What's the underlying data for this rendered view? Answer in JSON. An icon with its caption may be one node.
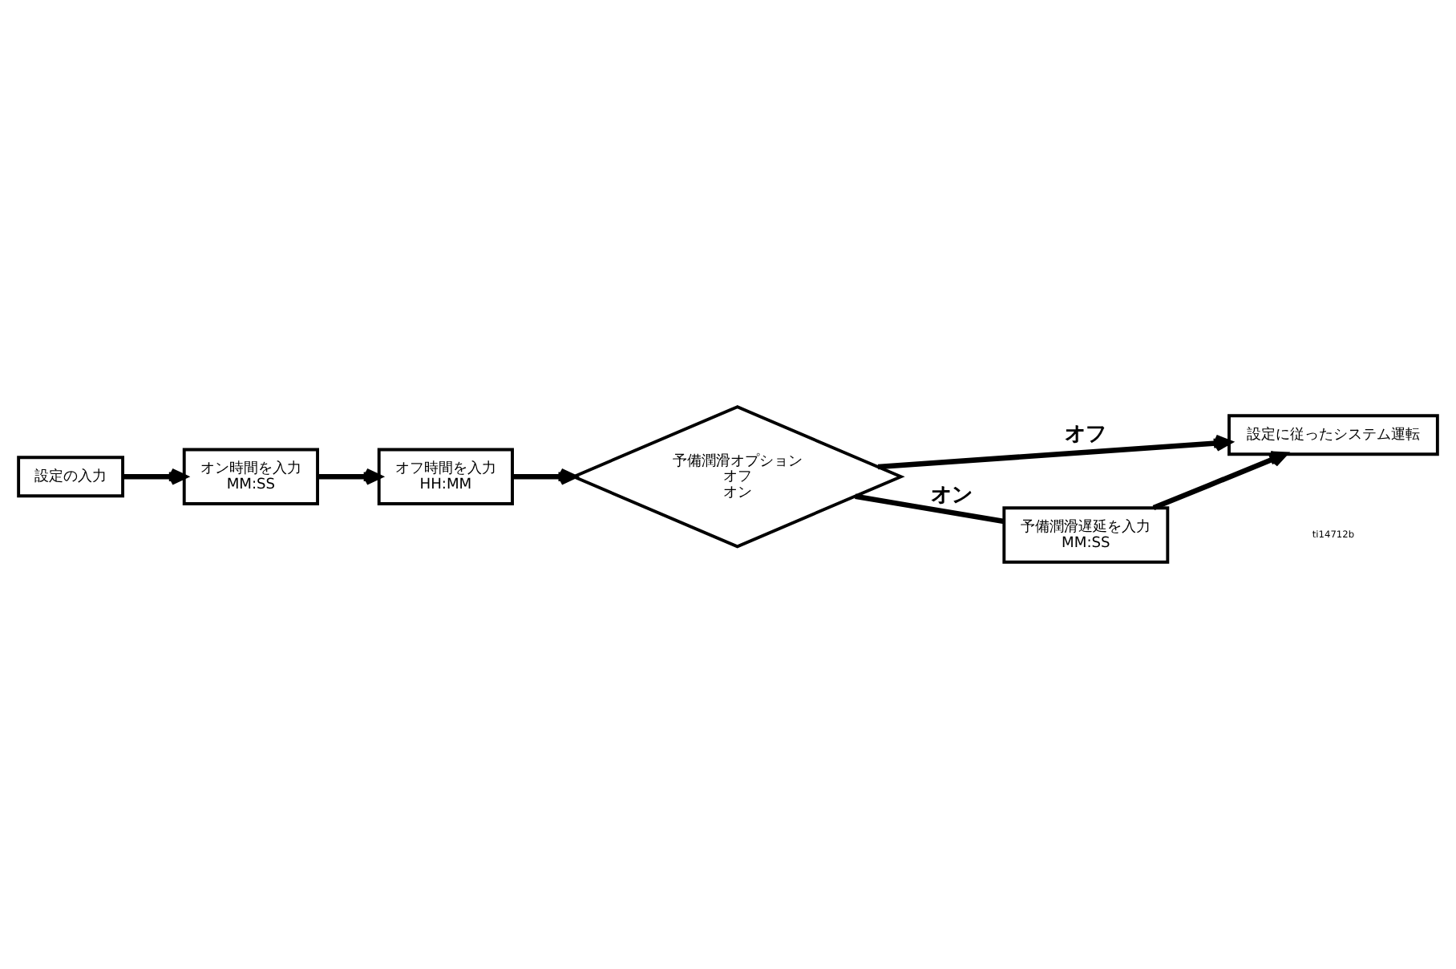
{
  "diagram": {
    "nodes": [
      {
        "text": [
          "設定の入力"
        ]
      },
      {
        "text": [
          "オン時間を入力",
          "MM:SS"
        ]
      },
      {
        "text": [
          "オフ時間を入力",
          "HH:MM"
        ]
      },
      {
        "text": [
          "予備潤滑オプション",
          "オフ",
          "オン"
        ]
      },
      {
        "text": [
          "設定に従ったシステム運転"
        ]
      },
      {
        "text": [
          "予備潤滑遅延を入力",
          "MM:SS"
        ]
      }
    ],
    "edges": [
      {
        "from": 0,
        "to": 1,
        "arrow": "to"
      },
      {
        "from": 1,
        "to": 2,
        "arrow": "to"
      },
      {
        "from": 2,
        "to": 3,
        "arrow": "to"
      },
      {
        "from": 3,
        "to": 4,
        "arrow": "to",
        "label": "オフ"
      },
      {
        "from": 3,
        "to": 5,
        "arrow": "none",
        "label": "オン"
      },
      {
        "from": 5,
        "to": 4,
        "arrow": "to"
      }
    ],
    "labels": [
      "ti14712b"
    ]
  }
}
